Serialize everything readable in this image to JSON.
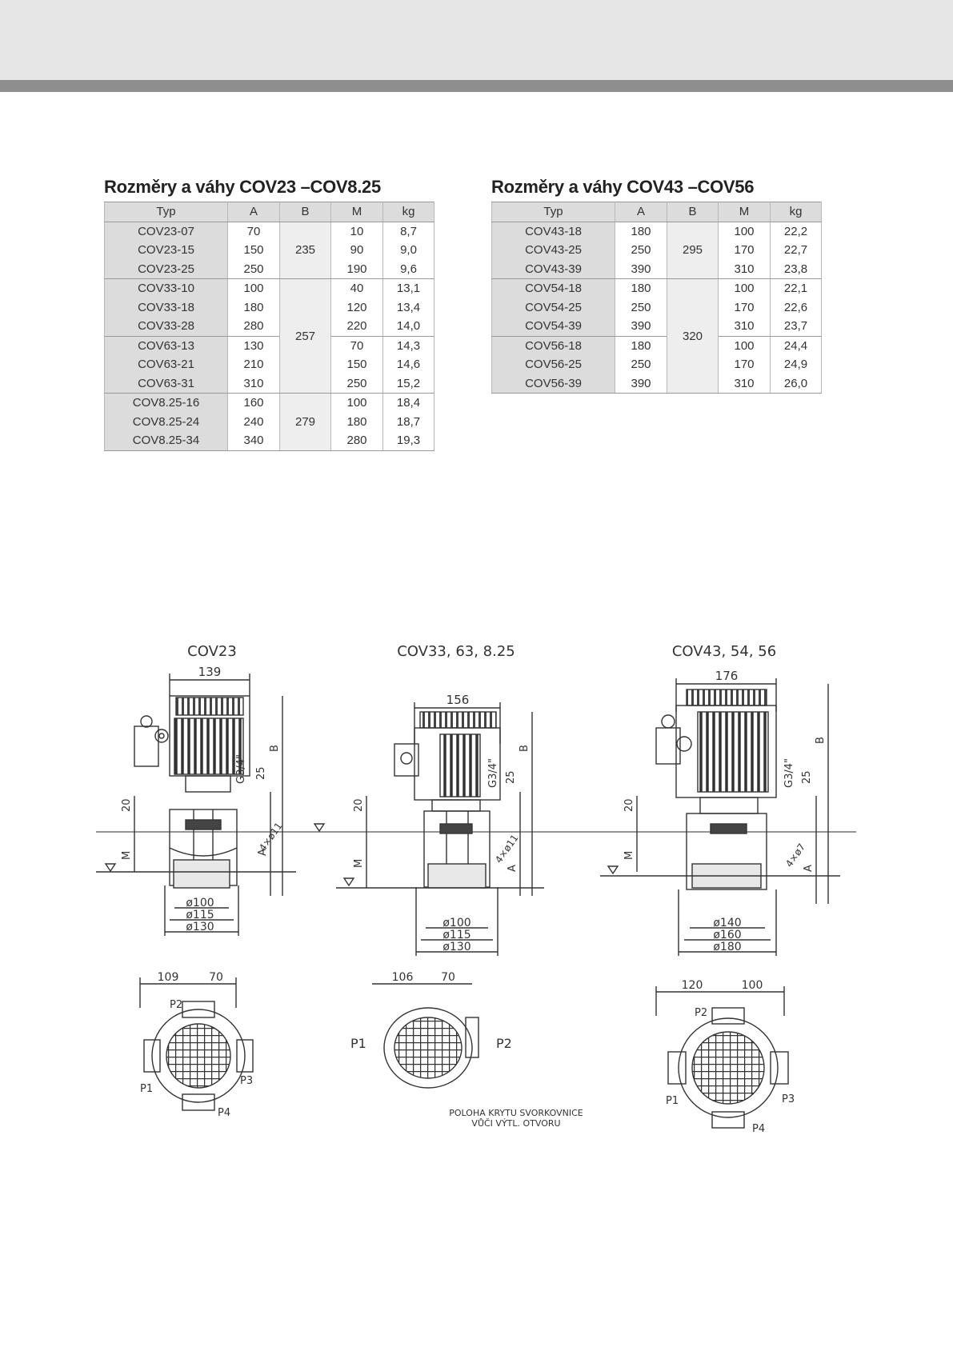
{
  "tables": [
    {
      "title": "Rozměry a váhy COV23 –COV8.25",
      "headers": [
        "Typ",
        "A",
        "B",
        "M",
        "kg"
      ],
      "b_groups": [
        "235",
        "257",
        "279"
      ],
      "rows": [
        {
          "typ": "COV23-07",
          "a": "70",
          "m": "10",
          "kg": "8,7"
        },
        {
          "typ": "COV23-15",
          "a": "150",
          "m": "90",
          "kg": "9,0"
        },
        {
          "typ": "COV23-25",
          "a": "250",
          "m": "190",
          "kg": "9,6"
        },
        {
          "typ": "COV33-10",
          "a": "100",
          "m": "40",
          "kg": "13,1"
        },
        {
          "typ": "COV33-18",
          "a": "180",
          "m": "120",
          "kg": "13,4"
        },
        {
          "typ": "COV33-28",
          "a": "280",
          "m": "220",
          "kg": "14,0"
        },
        {
          "typ": "COV63-13",
          "a": "130",
          "m": "70",
          "kg": "14,3"
        },
        {
          "typ": "COV63-21",
          "a": "210",
          "m": "150",
          "kg": "14,6"
        },
        {
          "typ": "COV63-31",
          "a": "310",
          "m": "250",
          "kg": "15,2"
        },
        {
          "typ": "COV8.25-16",
          "a": "160",
          "m": "100",
          "kg": "18,4"
        },
        {
          "typ": "COV8.25-24",
          "a": "240",
          "m": "180",
          "kg": "18,7"
        },
        {
          "typ": "COV8.25-34",
          "a": "340",
          "m": "280",
          "kg": "19,3"
        }
      ]
    },
    {
      "title": "Rozměry a váhy COV43 –COV56",
      "headers": [
        "Typ",
        "A",
        "B",
        "M",
        "kg"
      ],
      "b_groups": [
        "295",
        "320"
      ],
      "rows": [
        {
          "typ": "COV43-18",
          "a": "180",
          "m": "100",
          "kg": "22,2"
        },
        {
          "typ": "COV43-25",
          "a": "250",
          "m": "170",
          "kg": "22,7"
        },
        {
          "typ": "COV43-39",
          "a": "390",
          "m": "310",
          "kg": "23,8"
        },
        {
          "typ": "COV54-18",
          "a": "180",
          "m": "100",
          "kg": "22,1"
        },
        {
          "typ": "COV54-25",
          "a": "250",
          "m": "170",
          "kg": "22,6"
        },
        {
          "typ": "COV54-39",
          "a": "390",
          "m": "310",
          "kg": "23,7"
        },
        {
          "typ": "COV56-18",
          "a": "180",
          "m": "100",
          "kg": "24,4"
        },
        {
          "typ": "COV56-25",
          "a": "250",
          "m": "170",
          "kg": "24,9"
        },
        {
          "typ": "COV56-39",
          "a": "390",
          "m": "310",
          "kg": "26,0"
        }
      ]
    }
  ],
  "drawing": {
    "views": [
      {
        "title": "COV23",
        "width": "139",
        "a_label": "A",
        "b_label": "B",
        "m_label": "M",
        "d20": "20",
        "d25": "25",
        "thread": "G3/4\"",
        "holes": "4×ø11",
        "diameters": [
          "ø100",
          "ø115",
          "ø130"
        ],
        "top_dims": [
          "109",
          "70"
        ],
        "ports": [
          "P1",
          "P2",
          "P3",
          "P4"
        ]
      },
      {
        "title": "COV33, 63, 8.25",
        "width": "156",
        "a_label": "A",
        "b_label": "B",
        "m_label": "M",
        "d20": "20",
        "d25": "25",
        "thread": "G3/4\"",
        "holes": "4×ø11",
        "diameters": [
          "ø100",
          "ø115",
          "ø130"
        ],
        "top_dims": [
          "106",
          "70"
        ],
        "ports": [
          "P1",
          "P2"
        ]
      },
      {
        "title": "COV43, 54, 56",
        "width": "176",
        "a_label": "A",
        "b_label": "B",
        "m_label": "M",
        "d20": "20",
        "d25": "25",
        "thread": "G3/4\"",
        "holes": "4×ø7",
        "diameters": [
          "ø140",
          "ø160",
          "ø180"
        ],
        "top_dims": [
          "120",
          "100"
        ],
        "ports": [
          "P1",
          "P2",
          "P3",
          "P4"
        ]
      }
    ],
    "caption_line1": "POLOHA KRYTU SVORKOVNICE",
    "caption_line2": "VŮČI VÝTL. OTVORU"
  },
  "colors": {
    "header_bg": "#e6e6e7",
    "header_bar": "#8e8e8f",
    "table_header_bg": "#dcdcdc",
    "drawing_ink": "#333333"
  }
}
